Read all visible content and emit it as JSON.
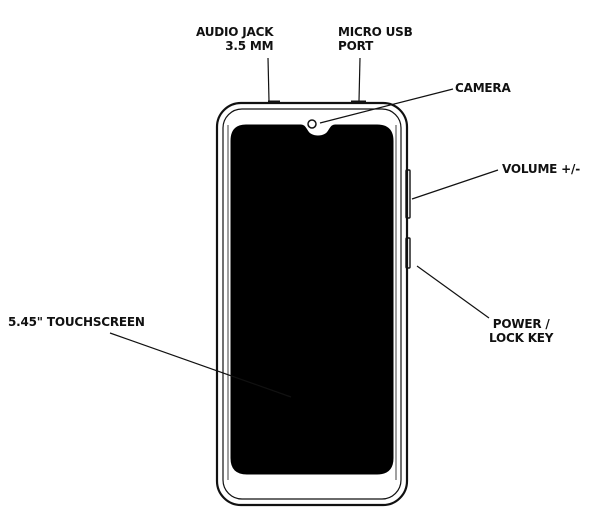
{
  "labels": {
    "audio_jack": [
      "AUDIO JACK",
      "3.5 MM"
    ],
    "micro_usb": [
      "MICRO USB",
      "PORT"
    ],
    "camera": "CAMERA",
    "volume": "VOLUME +/-",
    "touchscreen": "5.45\" TOUCHSCREEN",
    "power": [
      "POWER /",
      "LOCK KEY"
    ]
  },
  "colors": {
    "outline": "#111111",
    "screen": "#000000",
    "background": "#ffffff"
  }
}
